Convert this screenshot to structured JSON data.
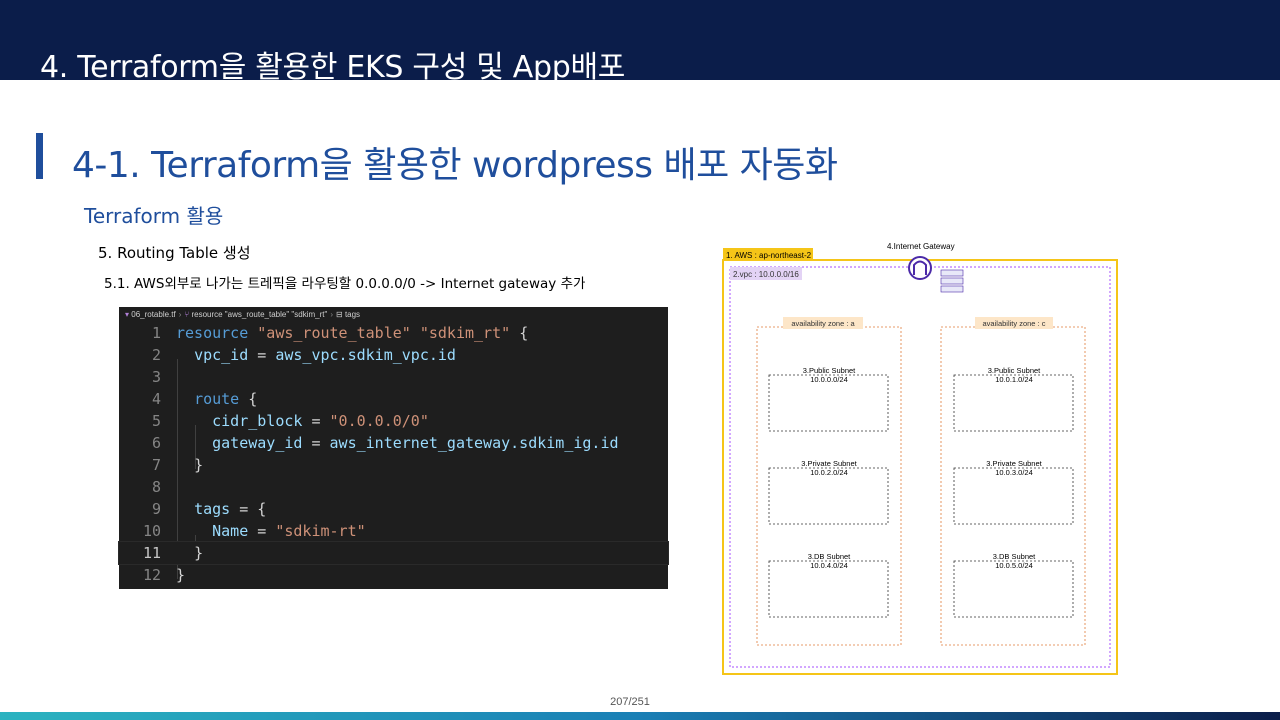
{
  "header": {
    "title": "4. Terraform을 활용한 EKS 구성 및 App배포"
  },
  "section": {
    "title": "4-1. Terraform을 활용한 wordpress 배포 자동화"
  },
  "subtitle": "Terraform 활용",
  "step": "5. Routing Table 생성",
  "substep": "5.1. AWS외부로 나가는 트레픽을 라우팅할 0.0.0.0/0 -> Internet gateway 추가",
  "editor": {
    "breadcrumb": {
      "file": "06_rotable.tf",
      "resource": "resource \"aws_route_table\" \"sdkim_rt\"",
      "block": "tags"
    },
    "current_line": 11,
    "lines": [
      {
        "n": "1"
      },
      {
        "n": "2"
      },
      {
        "n": "3"
      },
      {
        "n": "4"
      },
      {
        "n": "5"
      },
      {
        "n": "6"
      },
      {
        "n": "7"
      },
      {
        "n": "8"
      },
      {
        "n": "9"
      },
      {
        "n": "10"
      },
      {
        "n": "11"
      },
      {
        "n": "12"
      }
    ],
    "tokens": {
      "resource": "resource",
      "rtype": "\"aws_route_table\"",
      "rname": "\"sdkim_rt\"",
      "open": "{",
      "vpc_id": "vpc_id",
      "eq": "=",
      "vpc_ref": "aws_vpc.sdkim_vpc.id",
      "route": "route",
      "cidr_block": "cidr_block",
      "cidr_val": "\"0.0.0.0/0\"",
      "gateway_id": "gateway_id",
      "gw_ref": "aws_internet_gateway.sdkim_ig.id",
      "close": "}",
      "tags": "tags",
      "name_key": "Name",
      "name_val": "\"sdkim-rt\""
    }
  },
  "diagram": {
    "region_label": "1. AWS : ap-northeast-2",
    "vpc_label": "2.vpc : 10.0.0.0/16",
    "igw_label": "4.Internet Gateway",
    "az_a": "availability zone : a",
    "az_c": "availability zone : c",
    "subnets": [
      {
        "name": "3.Public Subnet",
        "cidr": "10.0.0.0/24"
      },
      {
        "name": "3.Public Subnet",
        "cidr": "10.0.1.0/24"
      },
      {
        "name": "3.Private Subnet",
        "cidr": "10.0.2.0/24"
      },
      {
        "name": "3.Private Subnet",
        "cidr": "10.0.3.0/24"
      },
      {
        "name": "3.DB Subnet",
        "cidr": "10.0.4.0/24"
      },
      {
        "name": "3.DB Subnet",
        "cidr": "10.0.5.0/24"
      }
    ],
    "colors": {
      "region": "#f5c518",
      "vpc": "#a64dff",
      "az": "#e07b39",
      "igw": "#4b2aa8"
    }
  },
  "page": "207/251"
}
